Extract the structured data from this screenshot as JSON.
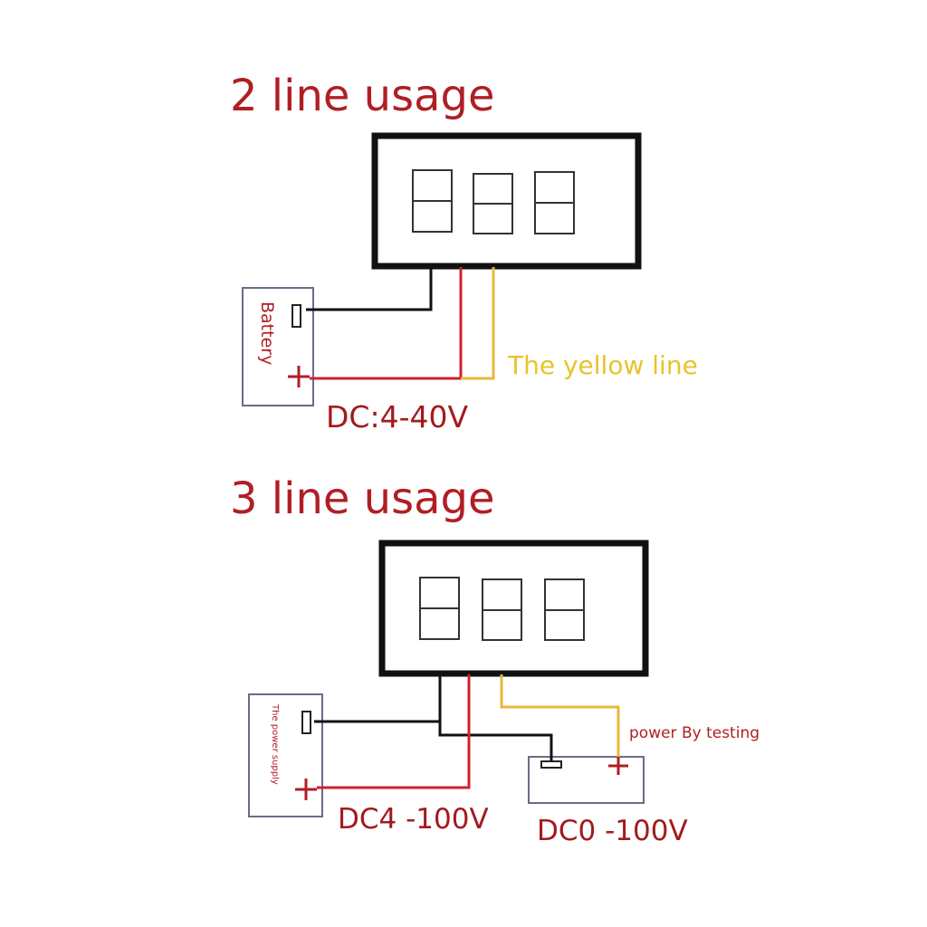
{
  "colors": {
    "title_red": "#b01e24",
    "label_red": "#a31a1e",
    "wire_red": "#d0202a",
    "wire_black": "#111111",
    "wire_yellow": "#e8b83a",
    "yellow_text": "#e6c42c",
    "box_border": "#6b6b8a",
    "frame": "#111111"
  },
  "section_2line": {
    "title": "2 line usage",
    "battery_label": "Battery",
    "yellow_line_label": "The yellow line",
    "voltage_label": "DC:4-40V"
  },
  "section_3line": {
    "title": "3 line usage",
    "supply_label": "The power supply",
    "testing_label": "power By testing",
    "supply_voltage_label": "DC4 -100V",
    "test_voltage_label": "DC0 -100V"
  },
  "icons": [
    "plus-terminal-icon",
    "minus-terminal-icon",
    "seven-segment-digit"
  ]
}
